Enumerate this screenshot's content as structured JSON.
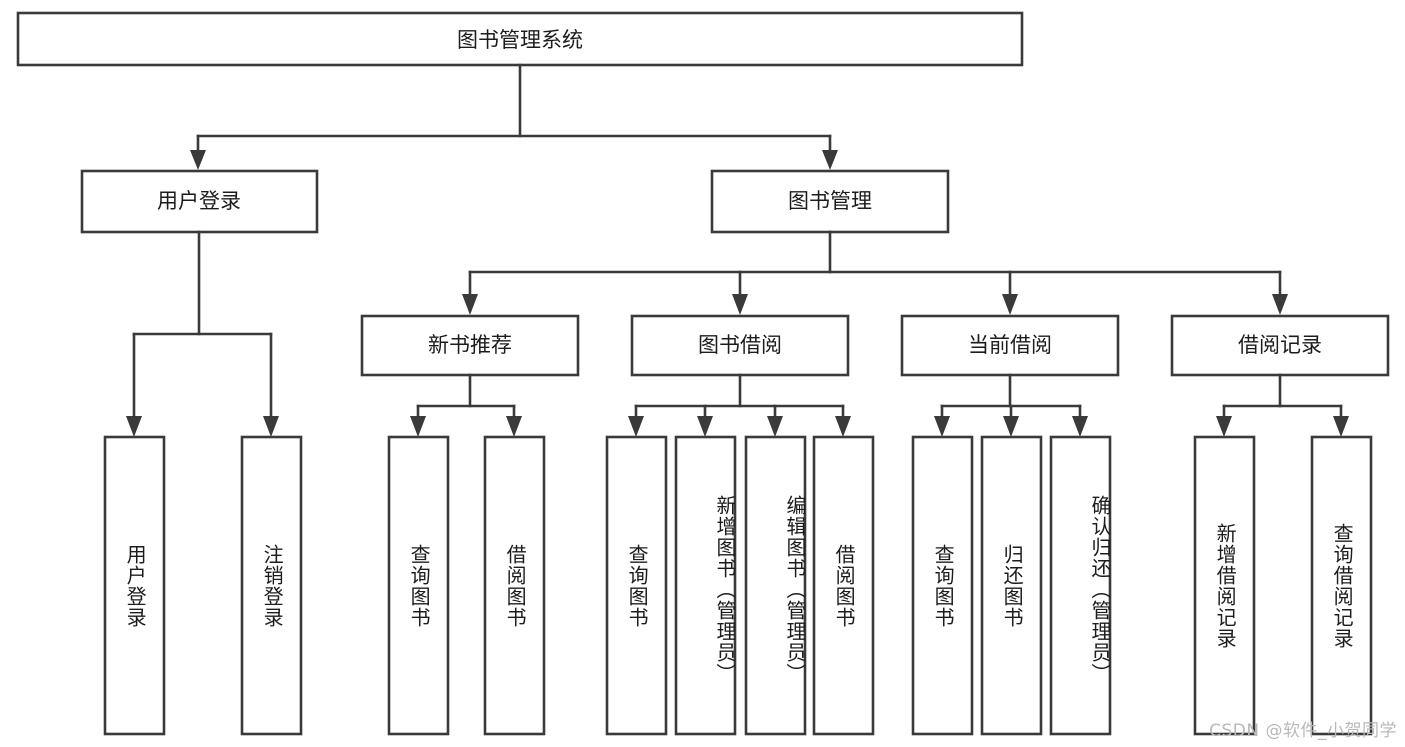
{
  "diagram": {
    "type": "tree-hierarchy-chart",
    "title_node": {
      "label": "图书管理系统"
    },
    "level2": [
      {
        "id": "user-login",
        "label": "用户登录"
      },
      {
        "id": "book-management",
        "label": "图书管理"
      }
    ],
    "level3": [
      {
        "id": "new-book-recommend",
        "label": "新书推荐",
        "parent": "book-management"
      },
      {
        "id": "book-borrow",
        "label": "图书借阅",
        "parent": "book-management"
      },
      {
        "id": "current-borrow",
        "label": "当前借阅",
        "parent": "book-management"
      },
      {
        "id": "borrow-record",
        "label": "借阅记录",
        "parent": "book-management"
      }
    ],
    "leaves": {
      "user_login": [
        {
          "id": "leaf-user-login",
          "label": "用户登录"
        },
        {
          "id": "leaf-logout-login",
          "label": "注销登录"
        }
      ],
      "new_book_recommend": [
        {
          "id": "leaf-query-book-1",
          "label": "查询图书"
        },
        {
          "id": "leaf-borrow-book-1",
          "label": "借阅图书"
        }
      ],
      "book_borrow": [
        {
          "id": "leaf-query-book-2",
          "label": "查询图书"
        },
        {
          "id": "leaf-add-book",
          "label": "新增图书（管理员）"
        },
        {
          "id": "leaf-edit-book",
          "label": "编辑图书（管理员）"
        },
        {
          "id": "leaf-borrow-book-2",
          "label": "借阅图书"
        }
      ],
      "current_borrow": [
        {
          "id": "leaf-query-book-3",
          "label": "查询图书"
        },
        {
          "id": "leaf-return-book",
          "label": "归还图书"
        },
        {
          "id": "leaf-confirm-return",
          "label": "确认归还（管理员）"
        }
      ],
      "borrow_record": [
        {
          "id": "leaf-add-record",
          "label": "新增借阅记录"
        },
        {
          "id": "leaf-query-record",
          "label": "查询借阅记录"
        }
      ]
    },
    "watermark": "CSDN @软件_小贺同学",
    "colors": {
      "stroke": "#3a3a3a",
      "node_fill": "#ffffff",
      "text": "#1c1c1c",
      "background": "#ffffff",
      "watermark": "#b9b9b9"
    }
  }
}
